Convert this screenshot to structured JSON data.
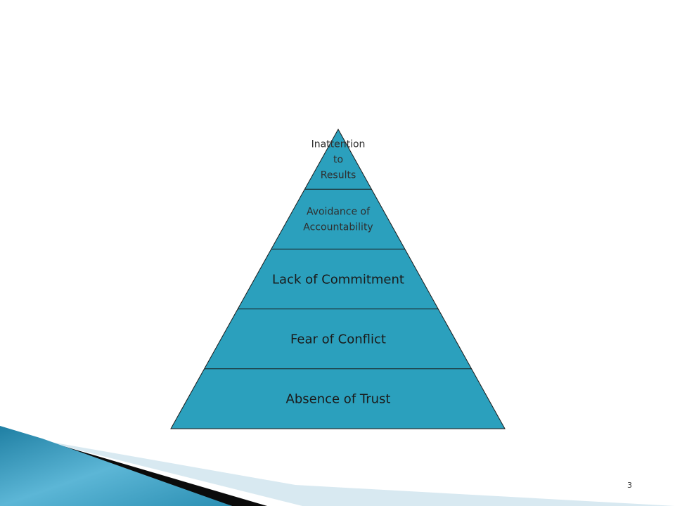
{
  "colors": {
    "pyramid_fill": "#2ba0bd",
    "pyramid_stroke": "#1a1a1a",
    "swoosh_dark": "#0b0b0b",
    "swoosh_light": "#d8e9f1",
    "swoosh_blue": "#2e96b8"
  },
  "pyramid": {
    "tiers": [
      {
        "lines": [
          "Inattention",
          "to",
          "Results"
        ]
      },
      {
        "lines": [
          "Avoidance of",
          "Accountability"
        ]
      },
      {
        "lines": [
          "Lack of Commitment"
        ]
      },
      {
        "lines": [
          "Fear of Conflict"
        ]
      },
      {
        "lines": [
          "Absence of Trust"
        ]
      }
    ]
  },
  "page_number": "3"
}
